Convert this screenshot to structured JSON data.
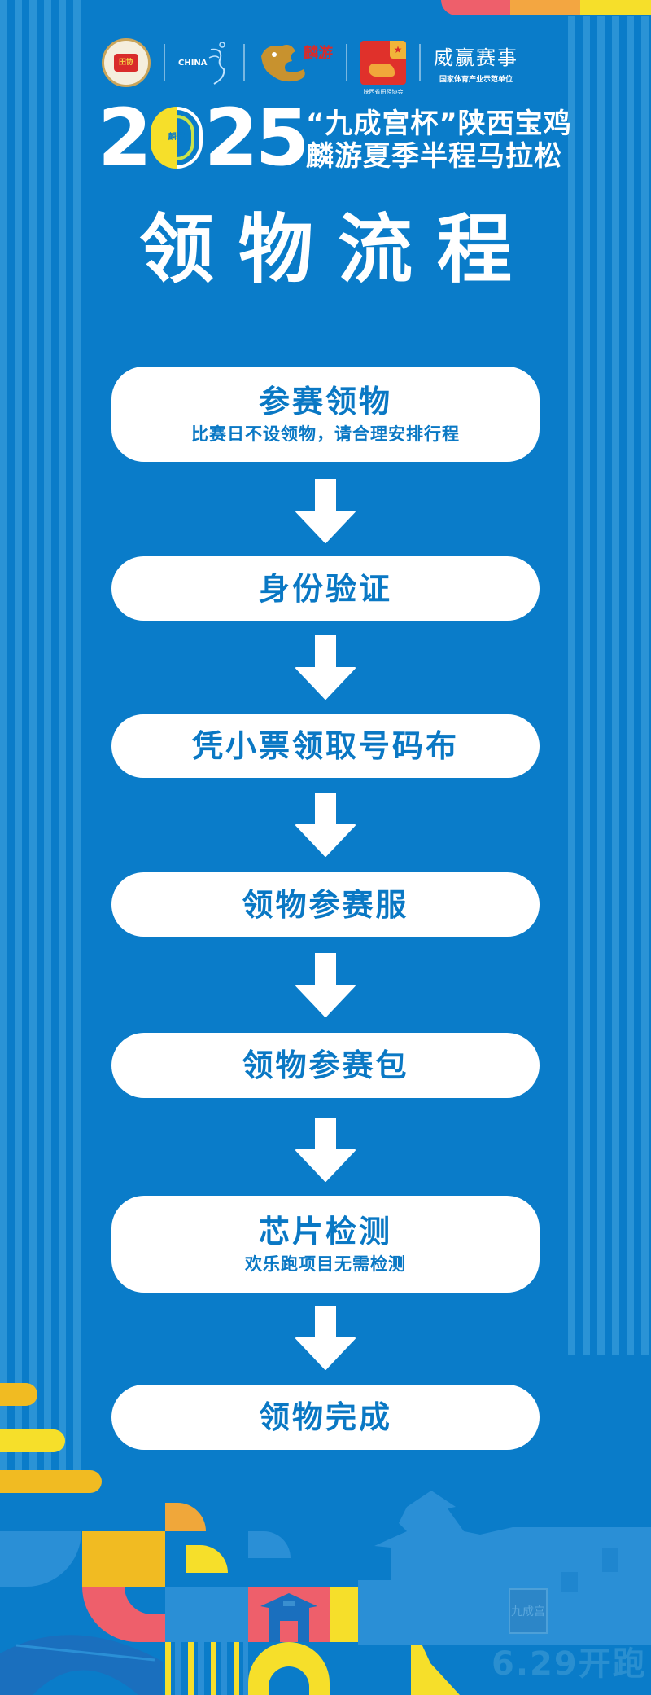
{
  "colors": {
    "background": "#0a7cc9",
    "stripe": "#2a93d6",
    "step_text": "#0a78c4",
    "pink": "#ee5f6b",
    "orange": "#f3a641",
    "yellow": "#f6df2a",
    "gold": "#f1bb22"
  },
  "logos": {
    "caa": {
      "name": "Chinese Athletics Association",
      "mark": "田协"
    },
    "china_marathon": {
      "text": "CHINA"
    },
    "linyou": {
      "text": "麟游"
    },
    "shaanxi": {
      "caption": "陕西省田径协会"
    },
    "weiying": {
      "title": "威赢赛事",
      "subtitle": "国家体育产业示范单位"
    }
  },
  "header": {
    "year_digits": [
      "2",
      "0",
      "2",
      "5"
    ],
    "year_badge": "麟游",
    "event_line1": "“九成宫杯”陕西宝鸡",
    "event_line2": "麟游夏季半程马拉松",
    "main_title": "领物流程"
  },
  "steps": [
    {
      "label": "参赛领物",
      "sub": "比赛日不设领物，请合理安排行程"
    },
    {
      "label": "身份验证",
      "sub": ""
    },
    {
      "label": "凭小票领取号码布",
      "sub": ""
    },
    {
      "label": "领物参赛服",
      "sub": ""
    },
    {
      "label": "领物参赛包",
      "sub": ""
    },
    {
      "label": "芯片检测",
      "sub": "欢乐跑项目无需检测"
    },
    {
      "label": "领物完成",
      "sub": ""
    }
  ],
  "footer": {
    "seal_text": "九成宫",
    "start_date": "6.29开跑"
  }
}
